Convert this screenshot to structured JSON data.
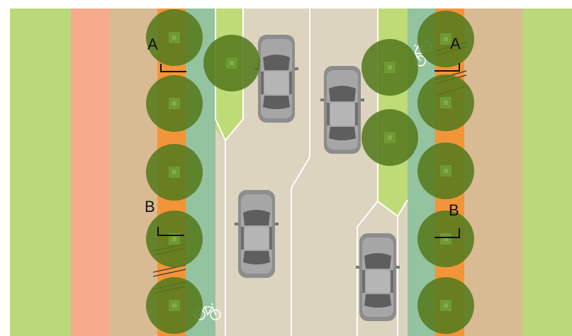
{
  "colors": {
    "lawn": "#b9d97a",
    "salmon_strip": "#f7ab8c",
    "sidewalk": "#d9bb93",
    "tree_strip": "#f29539",
    "bike_lane": "#94c39f",
    "median": "#bedb77",
    "roadway": "#dcd4bf",
    "tree": "#5a7f22",
    "car": "#8f8f8f"
  },
  "sections": {
    "top_left": "A",
    "top_right": "A",
    "bottom_left": "B",
    "bottom_right": "B"
  },
  "icons": [
    "bicycle-icon",
    "bicycle-icon",
    "tree-canopy-icon",
    "car-icon",
    "bike-rack-icon"
  ]
}
